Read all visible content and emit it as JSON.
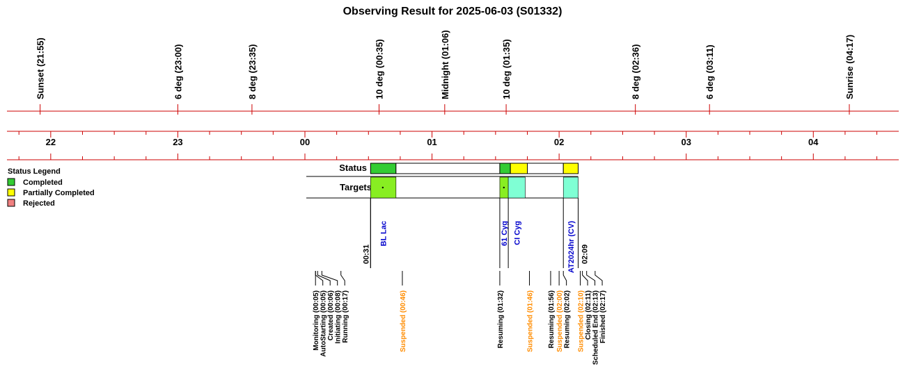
{
  "chart_data": {
    "type": "timeline",
    "title": "Observing Result for 2025-06-03 (S01332)",
    "time_axis": {
      "start": "21:40",
      "end": "04:40",
      "hour_labels": [
        {
          "time": "22:00",
          "label": "22"
        },
        {
          "time": "23:00",
          "label": "23"
        },
        {
          "time": "00:00",
          "label": "00"
        },
        {
          "time": "01:00",
          "label": "01"
        },
        {
          "time": "02:00",
          "label": "02"
        },
        {
          "time": "03:00",
          "label": "03"
        },
        {
          "time": "04:00",
          "label": "04"
        }
      ]
    },
    "sky_events": [
      {
        "time": "21:55",
        "label": "Sunset (21:55)"
      },
      {
        "time": "23:00",
        "label": "6 deg (23:00)"
      },
      {
        "time": "23:35",
        "label": "8 deg (23:35)"
      },
      {
        "time": "00:35",
        "label": "10 deg (00:35)"
      },
      {
        "time": "01:06",
        "label": "Midnight (01:06)"
      },
      {
        "time": "01:35",
        "label": "10 deg (01:35)"
      },
      {
        "time": "02:36",
        "label": "8 deg (02:36)"
      },
      {
        "time": "03:11",
        "label": "6 deg (03:11)"
      },
      {
        "time": "04:17",
        "label": "Sunrise (04:17)"
      }
    ],
    "rows": {
      "status": "Status",
      "targets": "Targets"
    },
    "legend": {
      "title": "Status Legend",
      "items": [
        {
          "label": "Completed",
          "color": "#33cc33"
        },
        {
          "label": "Partially Completed",
          "color": "#ffff00"
        },
        {
          "label": "Rejected",
          "color": "#f08080"
        }
      ]
    },
    "status_segments": [
      {
        "start": "00:31",
        "end": "00:43",
        "status": "Completed",
        "color": "#33cc33"
      },
      {
        "start": "00:43",
        "end": "01:32",
        "status": "none",
        "color": "#ffffff"
      },
      {
        "start": "01:32",
        "end": "01:37",
        "status": "Completed",
        "color": "#33cc33"
      },
      {
        "start": "01:37",
        "end": "01:45",
        "status": "Partially Completed",
        "color": "#ffff00"
      },
      {
        "start": "01:45",
        "end": "02:02",
        "status": "none",
        "color": "#ffffff"
      },
      {
        "start": "02:02",
        "end": "02:09",
        "status": "Partially Completed",
        "color": "#ffff00"
      }
    ],
    "targets": [
      {
        "name": "BL Lac",
        "start": "00:31",
        "end": "00:43",
        "color": "#88ee22",
        "name_color": "#0000cc",
        "marker": true
      },
      {
        "name": "61 Cyg",
        "start": "01:32",
        "end": "01:36",
        "color": "#88ee22",
        "name_color": "#0000cc",
        "marker": true
      },
      {
        "name": "CI Cyg",
        "start": "01:36",
        "end": "01:44",
        "color": "#7fffd4",
        "name_color": "#0000cc",
        "marker": false
      },
      {
        "name": "AT2024hr (CV)",
        "start": "02:02",
        "end": "02:09",
        "color": "#7fffd4",
        "name_color": "#0000cc",
        "marker": false
      }
    ],
    "session_start": {
      "time": "00:31",
      "label": "00:31"
    },
    "session_end": {
      "time": "02:09",
      "label": "02:09"
    },
    "log_events": [
      {
        "time": "00:05",
        "label": "Monitoring (00:05)",
        "color": "#000000"
      },
      {
        "time": "00:05",
        "label": "AutoStarting (00:05)",
        "color": "#000000"
      },
      {
        "time": "00:06",
        "label": "Created (00:06)",
        "color": "#000000"
      },
      {
        "time": "00:08",
        "label": "Initiating (00:08)",
        "color": "#000000"
      },
      {
        "time": "00:17",
        "label": "Running (00:17)",
        "color": "#000000"
      },
      {
        "time": "00:46",
        "label": "Suspended (00:46)",
        "color": "#ff8c00"
      },
      {
        "time": "01:32",
        "label": "Resuming (01:32)",
        "color": "#000000"
      },
      {
        "time": "01:46",
        "label": "Suspended (01:46)",
        "color": "#ff8c00"
      },
      {
        "time": "01:56",
        "label": "Resuming (01:56)",
        "color": "#000000"
      },
      {
        "time": "02:00",
        "label": "Suspended (02:00)",
        "color": "#ff8c00"
      },
      {
        "time": "02:02",
        "label": "Resuming (02:02)",
        "color": "#000000"
      },
      {
        "time": "02:10",
        "label": "Suspended (02:10)",
        "color": "#ff8c00"
      },
      {
        "time": "02:11",
        "label": "Closing (02:11)",
        "color": "#000000"
      },
      {
        "time": "02:13",
        "label": "Scheduled End (02:13)",
        "color": "#000000"
      },
      {
        "time": "02:17",
        "label": "Finished (02:17)",
        "color": "#000000"
      }
    ],
    "colors": {
      "axis_line": "#cc0000",
      "text": "#000000"
    }
  }
}
